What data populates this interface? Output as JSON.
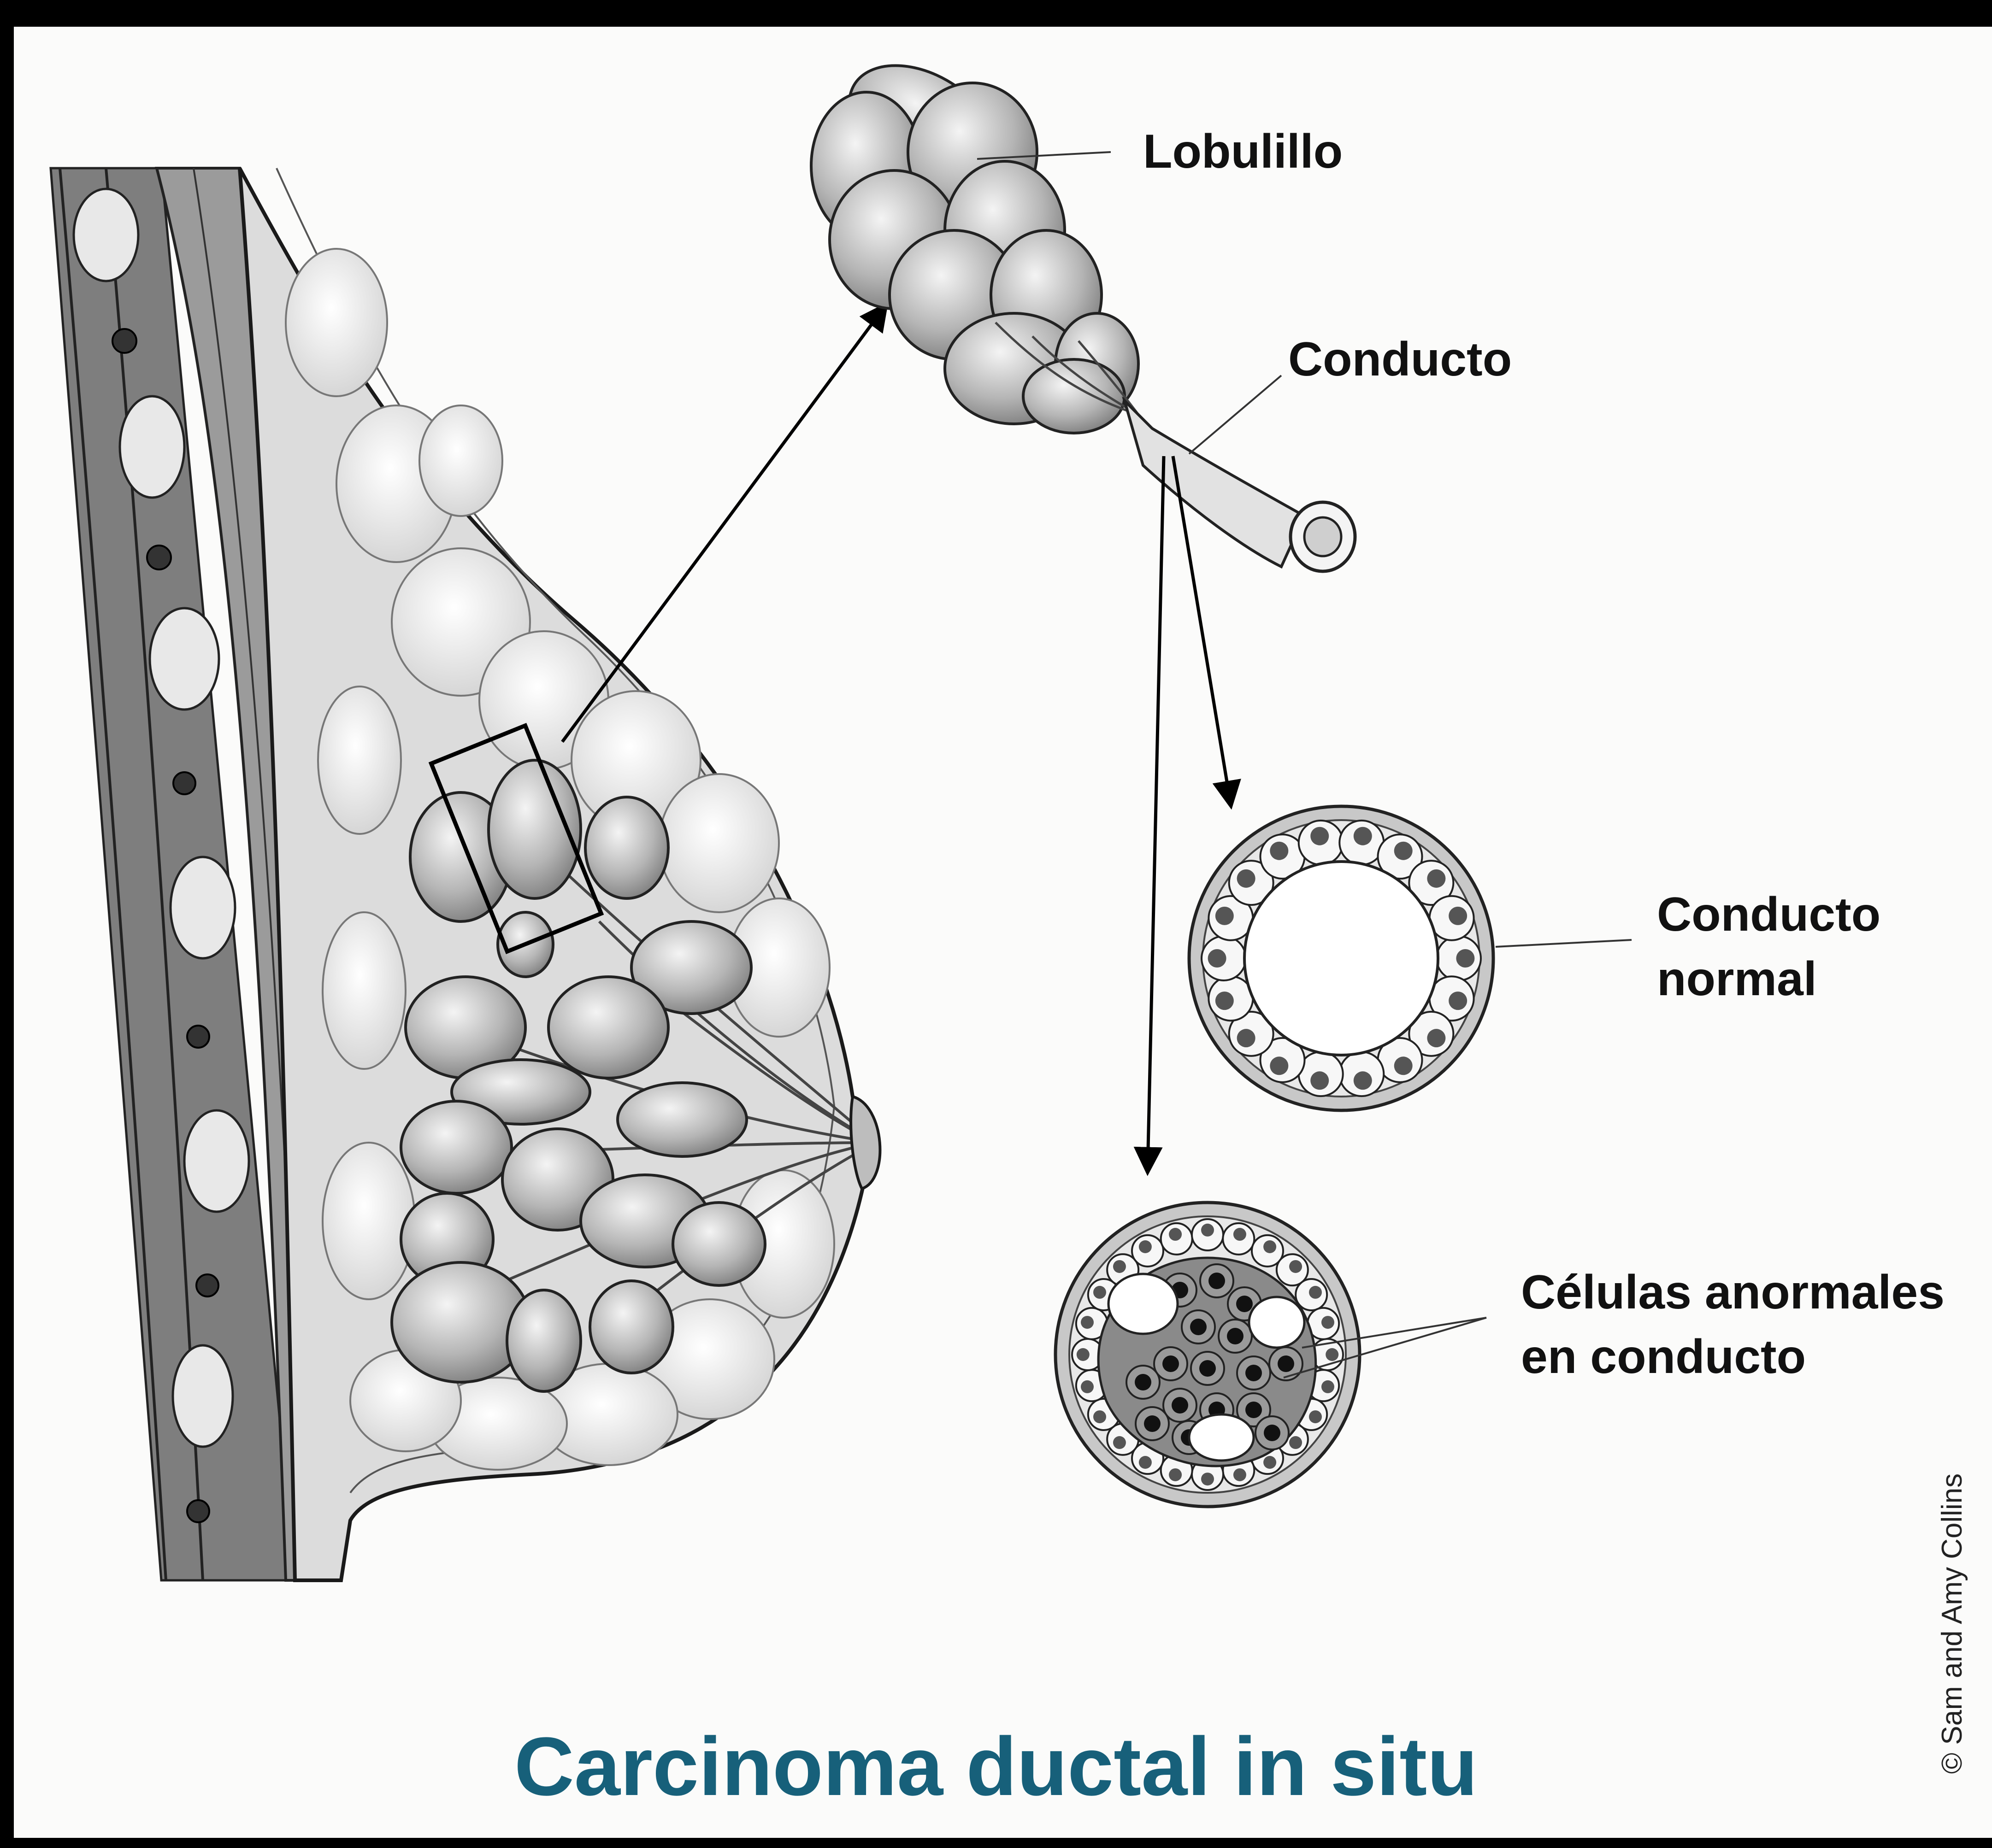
{
  "labels": {
    "lobule": "Lobulillo",
    "duct": "Conducto",
    "normal_duct_line1": "Conducto",
    "normal_duct_line2": "normal",
    "abnormal_line1": "Células anormales",
    "abnormal_line2": "en conducto"
  },
  "title": "Carcinoma ductal in situ",
  "copyright": "© Sam and Amy Collins",
  "colors": {
    "title": "#17607a",
    "frame": "#000000",
    "tissue_dark": "#8f8f8f",
    "tissue_light": "#e6e6e6"
  }
}
